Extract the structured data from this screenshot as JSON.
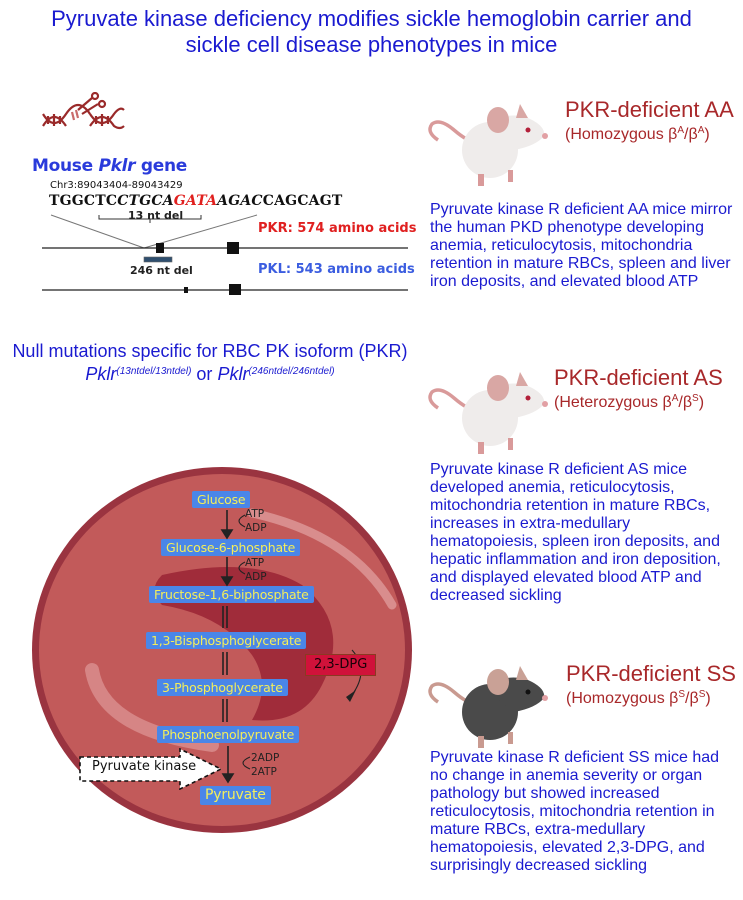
{
  "title": {
    "line1": "Pyruvate kinase deficiency modifies sickle hemoglobin carrier and",
    "line2": "sickle cell disease phenotypes in mice"
  },
  "gene": {
    "icon": "dna-scissors-icon",
    "label_prefix": "Mouse ",
    "label_italic": "Pklr",
    "label_suffix": " gene",
    "coordinates": "Chr3:89043404-89043429",
    "sequence": {
      "seg1": "TGGCTC",
      "seg2_italic": "CTGCA",
      "seg3_red_italic": "GATA",
      "seg4_italic": "AGAC",
      "seg5": "CAGCAGT"
    },
    "del13_label": "13 nt del",
    "del246_label": "246 nt del",
    "pkr_label": "PKR: 574 amino acids",
    "pkl_label": "PKL: 543 amino acids",
    "colors": {
      "pkr": "#e02020",
      "pkl": "#3b5de0",
      "highlight": "#e0201e"
    }
  },
  "null_mutations": {
    "line1": "Null mutations specific for RBC PK isoform (PKR)",
    "gene1": "Pklr",
    "sup1": "(13ntdel/13ntdel)",
    "or": " or ",
    "gene2": "Pklr",
    "sup2": "(246ntdel/246ntdel)"
  },
  "pathway": {
    "steps": [
      "Glucose",
      "Glucose-6-phosphate",
      "Fructose-1,6-biphosphate",
      "1,3-Bisphosphoglycerate",
      "3-Phosphoglycerate",
      "Phosphoenolpyruvate",
      "Pyruvate"
    ],
    "cofactors": [
      {
        "in": "ATP",
        "out": "ADP"
      },
      {
        "in": "ATP",
        "out": "ADP"
      },
      {
        "in": "2ADP",
        "out": "2ATP"
      }
    ],
    "shunt": "2,3-DPG",
    "enzyme": "Pyruvate kinase",
    "colors": {
      "box": "#4a86e8",
      "box_text": "#f4ee5a",
      "cell": "#c25a5a",
      "cell_edge": "#9a3440",
      "dpg": "#d0123a"
    }
  },
  "genotypes": [
    {
      "icon": "white-mouse-icon",
      "title": "PKR-deficient AA",
      "sub_prefix": "(Homozygous β",
      "sup1": "A",
      "mid": "/β",
      "sup2": "A",
      "sub_suffix": ")",
      "description": "Pyruvate kinase R deficient AA mice mirror the human PKD phenotype developing anemia, reticulocytosis, mitochondria retention in mature RBCs, spleen and liver iron deposits, and elevated blood ATP"
    },
    {
      "icon": "white-mouse-icon",
      "title": "PKR-deficient AS",
      "sub_prefix": "(Heterozygous β",
      "sup1": "A",
      "mid": "/β",
      "sup2": "S",
      "sub_suffix": ")",
      "description": "Pyruvate kinase R deficient AS mice developed anemia, reticulocytosis, mitochondria retention in mature RBCs, increases in extra-medullary hematopoiesis, spleen iron deposits, and hepatic inflammation and iron deposition, and displayed elevated blood ATP and decreased sickling"
    },
    {
      "icon": "black-mouse-icon",
      "title": "PKR-deficient SS",
      "sub_prefix": "(Homozygous β",
      "sup1": "S",
      "mid": "/β",
      "sup2": "S",
      "sub_suffix": ")",
      "description": "Pyruvate kinase R deficient SS mice had no change in anemia severity or organ pathology but showed increased reticulocytosis, mitochondria retention in mature RBCs, extra-medullary hematopoiesis, elevated 2,3-DPG, and surprisingly decreased sickling"
    }
  ],
  "colors": {
    "title": "#1a1ad0",
    "genotype_title": "#a8282a",
    "description": "#1a1ad0"
  }
}
